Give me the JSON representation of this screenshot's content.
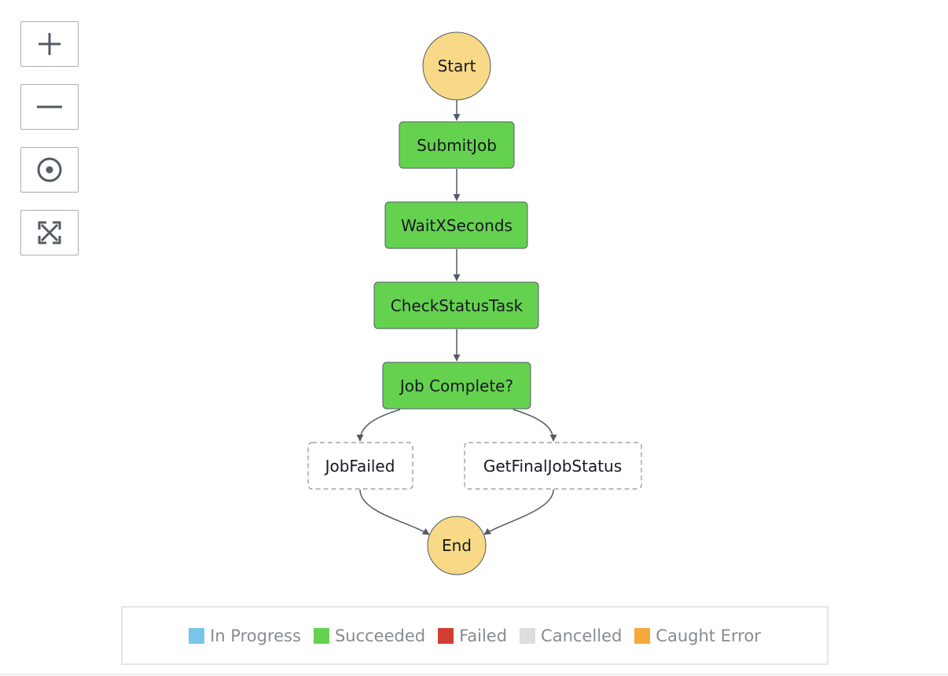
{
  "controls": {
    "zoom_in_icon": "plus-icon",
    "zoom_out_icon": "minus-icon",
    "center_icon": "target-icon",
    "fit_icon": "expand-arrows-icon"
  },
  "colors": {
    "start_end": "#f8d987",
    "succeeded": "#65d24f",
    "not_run_border": "#8d9296",
    "edge": "#545b64"
  },
  "workflow": {
    "start": "Start",
    "end": "End",
    "states": [
      {
        "id": "submit",
        "label": "SubmitJob",
        "status": "Succeeded"
      },
      {
        "id": "wait",
        "label": "WaitXSeconds",
        "status": "Succeeded"
      },
      {
        "id": "check",
        "label": "CheckStatusTask",
        "status": "Succeeded"
      },
      {
        "id": "choice",
        "label": "Job Complete?",
        "status": "Succeeded"
      },
      {
        "id": "failed",
        "label": "JobFailed",
        "status": "NotRun"
      },
      {
        "id": "final",
        "label": "GetFinalJobStatus",
        "status": "NotRun"
      }
    ],
    "edges": [
      [
        "start",
        "submit"
      ],
      [
        "submit",
        "wait"
      ],
      [
        "wait",
        "check"
      ],
      [
        "check",
        "choice"
      ],
      [
        "choice",
        "failed"
      ],
      [
        "choice",
        "final"
      ],
      [
        "failed",
        "end"
      ],
      [
        "final",
        "end"
      ]
    ]
  },
  "legend": [
    {
      "label": "In Progress",
      "color": "#77c5e7"
    },
    {
      "label": "Succeeded",
      "color": "#65d24f"
    },
    {
      "label": "Failed",
      "color": "#d13e31"
    },
    {
      "label": "Cancelled",
      "color": "#dddddd"
    },
    {
      "label": "Caught Error",
      "color": "#f5a93b"
    }
  ]
}
